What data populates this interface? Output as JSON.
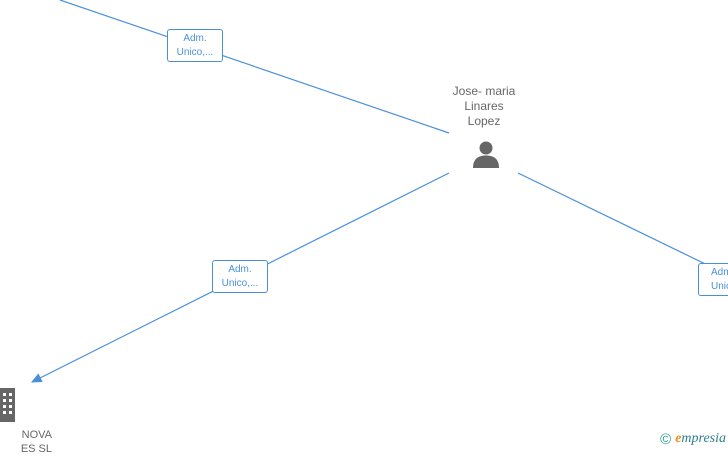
{
  "person": {
    "name_lines": [
      "Jose- maria",
      "Linares",
      "Lopez"
    ]
  },
  "edges": [
    {
      "label_line1": "Adm.",
      "label_line2": "Unico,..."
    },
    {
      "label_line1": "Adm.",
      "label_line2": "Unico,..."
    },
    {
      "label_line1": "Adm",
      "label_line2": "Unic"
    }
  ],
  "company": {
    "name_lines": [
      "NOVA",
      "ES SL"
    ]
  },
  "brand": {
    "copyright": "©",
    "initial": "e",
    "rest": "mpresia"
  },
  "colors": {
    "edge": "#4a90d9",
    "icon": "#666666",
    "text": "#666666",
    "brand": "#2a7f8f",
    "brand_accent": "#f28c1b"
  },
  "icons": {
    "person": "person-icon",
    "company": "building-icon"
  }
}
